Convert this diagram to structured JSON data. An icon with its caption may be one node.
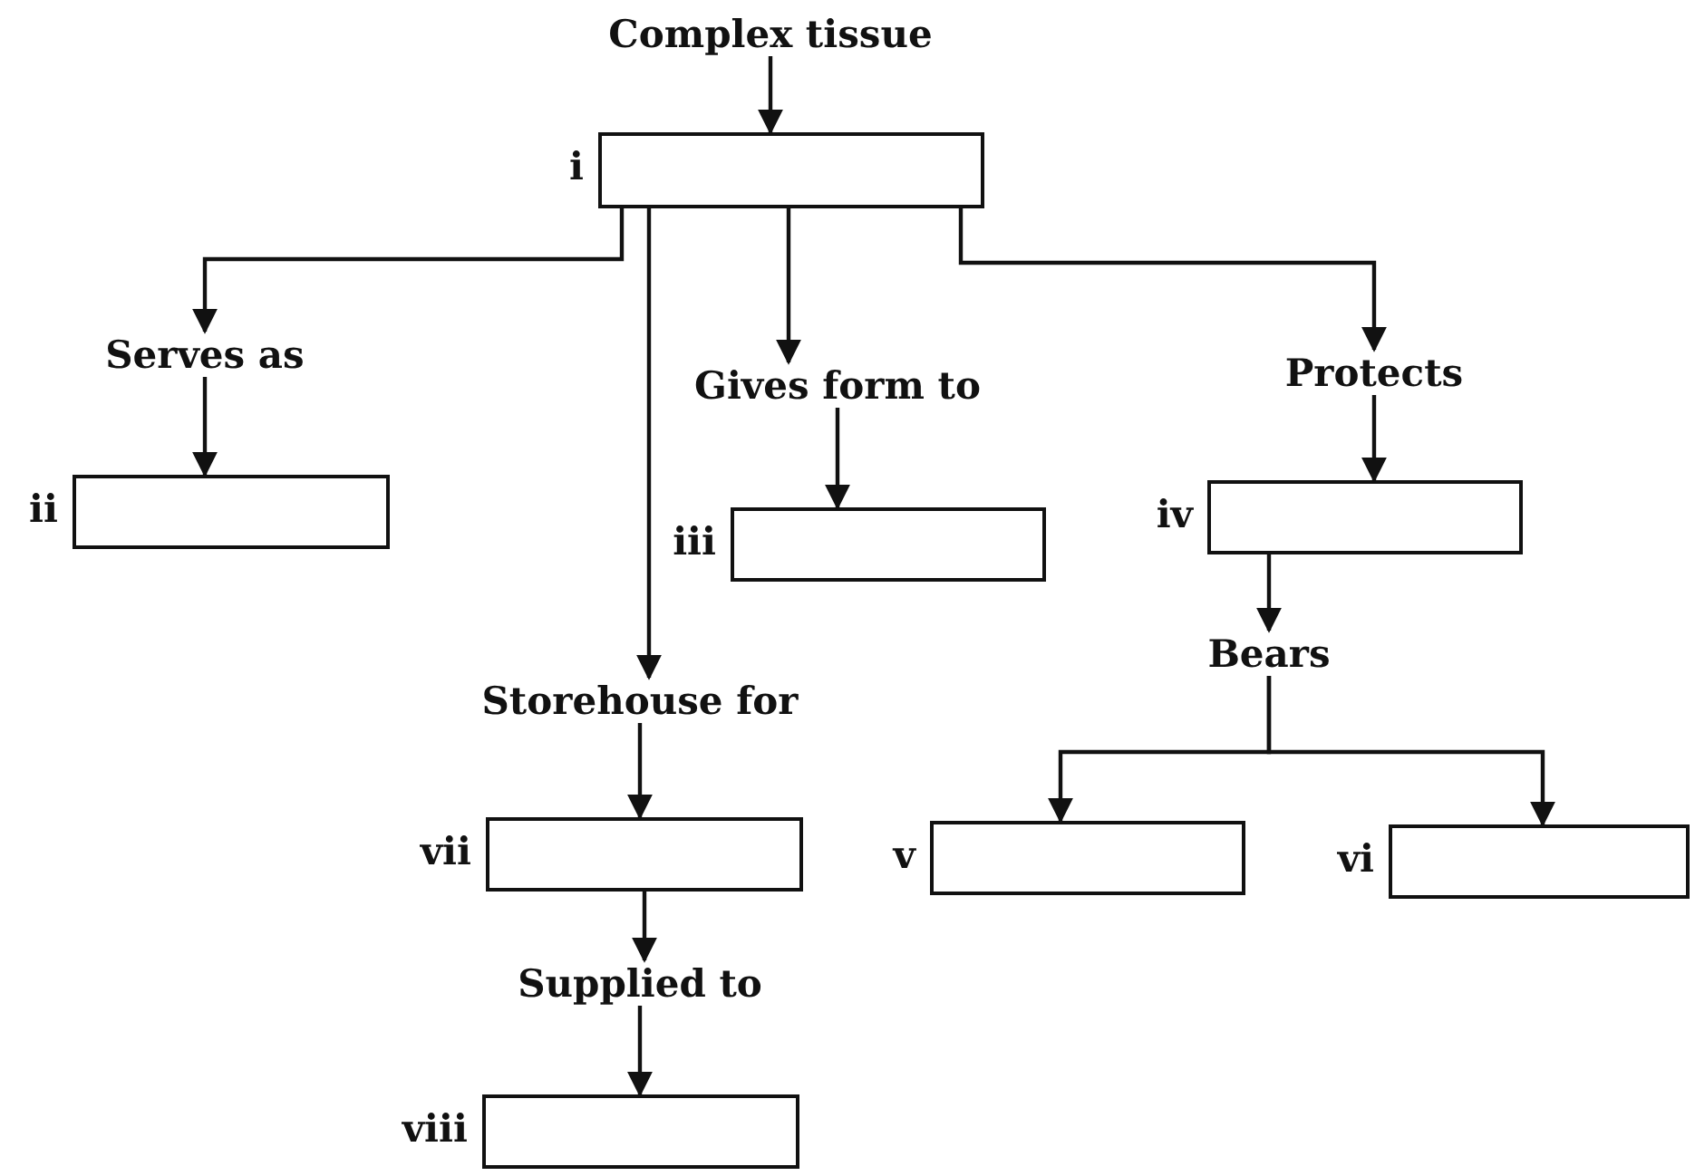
{
  "diagram": {
    "nodes": [
      {
        "text": [
          "Complex tissue"
        ]
      },
      {
        "text": [],
        "shape": "box",
        "beside": [
          "i"
        ]
      },
      {
        "text": [
          "Serves as"
        ]
      },
      {
        "text": [],
        "shape": "box",
        "beside": [
          "ii"
        ]
      },
      {
        "text": [
          "Gives form to"
        ]
      },
      {
        "text": [],
        "shape": "box",
        "beside": [
          "iii"
        ]
      },
      {
        "text": [
          "Protects"
        ]
      },
      {
        "text": [],
        "shape": "box",
        "beside": [
          "iv"
        ]
      },
      {
        "text": [
          "Bears"
        ]
      },
      {
        "text": [],
        "shape": "box",
        "beside": [
          "v"
        ]
      },
      {
        "text": [],
        "shape": "box",
        "beside": [
          "vi"
        ]
      },
      {
        "text": [
          "Storehouse for"
        ]
      },
      {
        "text": [],
        "shape": "box",
        "beside": [
          "vii"
        ]
      },
      {
        "text": [
          "Supplied to"
        ]
      },
      {
        "text": [],
        "shape": "box",
        "beside": [
          "viii"
        ]
      }
    ],
    "edges": [
      {
        "from": 0,
        "to": 1,
        "arrow": "to"
      },
      {
        "from": 1,
        "to": 2,
        "arrow": "to"
      },
      {
        "from": 2,
        "to": 3,
        "arrow": "to"
      },
      {
        "from": 1,
        "to": 4,
        "arrow": "to"
      },
      {
        "from": 4,
        "to": 5,
        "arrow": "to"
      },
      {
        "from": 1,
        "to": 6,
        "arrow": "to"
      },
      {
        "from": 6,
        "to": 7,
        "arrow": "to"
      },
      {
        "from": 7,
        "to": 8,
        "arrow": "to"
      },
      {
        "from": 8,
        "to": 9,
        "arrow": "to"
      },
      {
        "from": 8,
        "to": 10,
        "arrow": "to"
      },
      {
        "from": 1,
        "to": 11,
        "arrow": "to"
      },
      {
        "from": 11,
        "to": 12,
        "arrow": "to"
      },
      {
        "from": 12,
        "to": 13,
        "arrow": "to"
      },
      {
        "from": 13,
        "to": 14,
        "arrow": "to"
      }
    ]
  }
}
